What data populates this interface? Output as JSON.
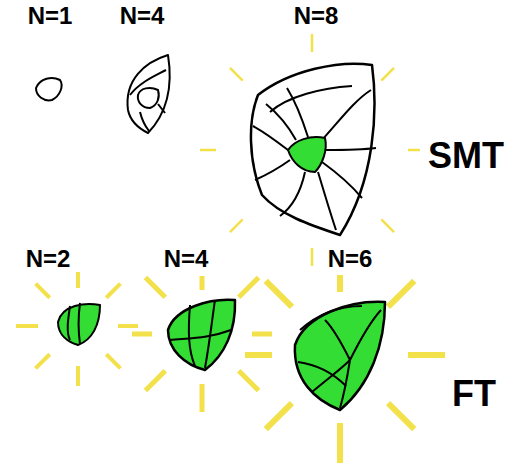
{
  "diagram": {
    "labels": [
      "N=1",
      "N=4",
      "N=8",
      "SMT",
      "N=2",
      "N=4",
      "N=6",
      "FT"
    ]
  }
}
